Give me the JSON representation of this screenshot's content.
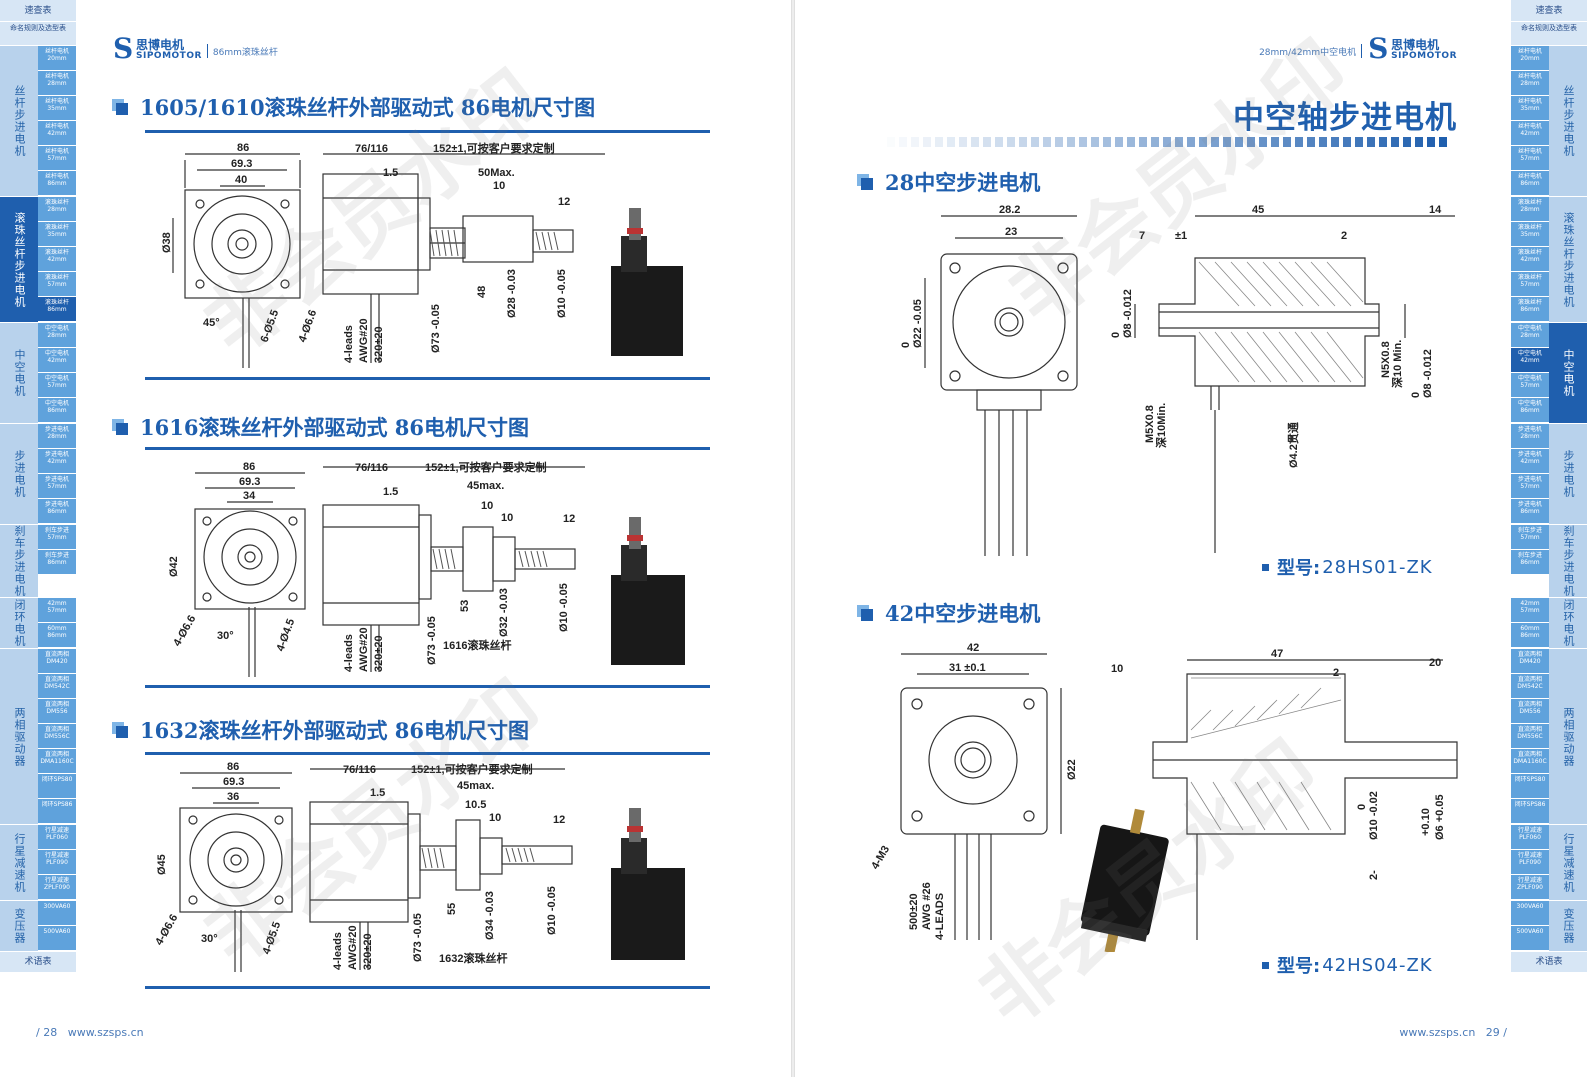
{
  "left_page": {
    "tabs": {
      "head": "速查表",
      "sub": "命名规则及选型表",
      "groups": [
        {
          "cat": "丝杆步进电机",
          "items": [
            "丝杆电机20mm",
            "丝杆电机28mm",
            "丝杆电机35mm",
            "丝杆电机42mm",
            "丝杆电机57mm",
            "丝杆电机86mm"
          ],
          "active": false
        },
        {
          "cat": "滚珠丝杆步进电机",
          "items": [
            "滚珠丝杆28mm",
            "滚珠丝杆35mm",
            "滚珠丝杆42mm",
            "滚珠丝杆57mm",
            "滚珠丝杆86mm"
          ],
          "active": true,
          "hl": 4
        },
        {
          "cat": "中空电机",
          "items": [
            "中空电机28mm",
            "中空电机42mm",
            "中空电机57mm",
            "中空电机86mm"
          ],
          "active": false
        },
        {
          "cat": "步进电机",
          "items": [
            "步进电机28mm",
            "步进电机42mm",
            "步进电机57mm",
            "步进电机86mm"
          ],
          "active": false
        },
        {
          "cat": "刹车步进电机",
          "items": [
            "刹车步进57mm",
            "刹车步进86mm"
          ],
          "active": false
        },
        {
          "cat": "闭环电机",
          "items": [
            "42mm 57mm",
            "60mm 86mm"
          ],
          "active": false
        },
        {
          "cat": "两相驱动器",
          "items": [
            "直流两相DM420",
            "直流两相DM542C",
            "直流两相DM556",
            "直流两相DM556C",
            "直流两相DMA1160C",
            "闭环SPS80",
            "闭环SPS86"
          ],
          "active": false
        },
        {
          "cat": "行星减速机",
          "items": [
            "行星减速PLF060",
            "行星减速PLF090",
            "行星减速ZPLF090"
          ],
          "active": false
        },
        {
          "cat": "变压器",
          "items": [
            "300VA60",
            "500VA60"
          ],
          "active": false
        }
      ],
      "foot": "术语表"
    },
    "logo": {
      "cn": "思博电机",
      "en": "SIPOMOTOR",
      "crumb": "86mm滚珠丝杆"
    },
    "sections": [
      {
        "title": "1605/1610滚珠丝杆外部驱动式  86电机尺寸图"
      },
      {
        "title": "1616滚珠丝杆外部驱动式  86电机尺寸图"
      },
      {
        "title": "1632滚珠丝杆外部驱动式  86电机尺寸图"
      }
    ],
    "drawing1": {
      "d86": "86",
      "d693": "69.3",
      "d40": "40",
      "d38": "Ø38",
      "ang": "45°",
      "hole1": "6-Ø5.5",
      "hole2": "4-Ø6.6",
      "len": "76/116",
      "len2": "152±1,可按客户要求定制",
      "d15": "1.5",
      "max": "50Max.",
      "d10": "10",
      "d12": "12",
      "leads": "4-leads",
      "awg": "AWG#20",
      "wire": "320±20",
      "d73": "0",
      "d73b": "Ø73 -0.05",
      "d48": "48",
      "d28": "0",
      "d28b": "Ø28 -0.03",
      "d10s": "0",
      "d10sb": "Ø10 -0.05"
    },
    "drawing2": {
      "d86": "86",
      "d693": "69.3",
      "d34": "34",
      "d42": "Ø42",
      "ang": "30°",
      "hole1": "4-Ø6.6",
      "hole2": "4-Ø4.5",
      "len": "76/116",
      "len2": "152±1,可按客户要求定制",
      "d15": "1.5",
      "max": "45max.",
      "d10a": "10",
      "d10b": "10",
      "d12": "12",
      "leads": "4-leads",
      "awg": "AWG#20",
      "wire": "320±20",
      "d73b": "Ø73 -0.05",
      "d53": "53",
      "d32b": "Ø32 -0.03",
      "d10sb": "Ø10 -0.05",
      "zero": "0",
      "caption": "1616滚珠丝杆"
    },
    "drawing3": {
      "d86": "86",
      "d693": "69.3",
      "d36": "36",
      "d45": "Ø45",
      "ang": "30°",
      "hole1": "4-Ø6.6",
      "hole2": "4-Ø5.5",
      "len": "76/116",
      "len2": "152±1,可按客户要求定制",
      "d15": "1.5",
      "max": "45max.",
      "d105": "10.5",
      "d10": "10",
      "d12": "12",
      "leads": "4-leads",
      "awg": "AWG#20",
      "wire": "320±20",
      "d73b": "Ø73 -0.05",
      "d55": "55",
      "d34b": "Ø34 -0.03",
      "d10sb": "Ø10 -0.05",
      "zero": "0",
      "caption": "1632滚珠丝杆"
    },
    "footer": {
      "page": "/ 28",
      "url": "www.szsps.cn"
    }
  },
  "right_page": {
    "tabs": {
      "head": "速查表",
      "sub": "命名规则及选型表",
      "groups": [
        {
          "cat": "丝杆步进电机",
          "items": [
            "丝杆电机20mm",
            "丝杆电机28mm",
            "丝杆电机35mm",
            "丝杆电机42mm",
            "丝杆电机57mm",
            "丝杆电机86mm"
          ],
          "active": false
        },
        {
          "cat": "滚珠丝杆步进电机",
          "items": [
            "滚珠丝杆28mm",
            "滚珠丝杆35mm",
            "滚珠丝杆42mm",
            "滚珠丝杆57mm",
            "滚珠丝杆86mm"
          ],
          "active": false
        },
        {
          "cat": "中空电机",
          "items": [
            "中空电机28mm",
            "中空电机42mm",
            "中空电机57mm",
            "中空电机86mm"
          ],
          "active": true,
          "hl": 1
        },
        {
          "cat": "步进电机",
          "items": [
            "步进电机28mm",
            "步进电机42mm",
            "步进电机57mm",
            "步进电机86mm"
          ],
          "active": false
        },
        {
          "cat": "刹车步进电机",
          "items": [
            "刹车步进57mm",
            "刹车步进86mm"
          ],
          "active": false
        },
        {
          "cat": "闭环电机",
          "items": [
            "42mm 57mm",
            "60mm 86mm"
          ],
          "active": false
        },
        {
          "cat": "两相驱动器",
          "items": [
            "直流两相DM420",
            "直流两相DM542C",
            "直流两相DM556",
            "直流两相DM556C",
            "直流两相DMA1160C",
            "闭环SPS80",
            "闭环SPS86"
          ],
          "active": false
        },
        {
          "cat": "行星减速机",
          "items": [
            "行星减速PLF060",
            "行星减速PLF090",
            "行星减速ZPLF090"
          ],
          "active": false
        },
        {
          "cat": "变压器",
          "items": [
            "300VA60",
            "500VA60"
          ],
          "active": false
        }
      ],
      "foot": "术语表"
    },
    "logo": {
      "cn": "思博电机",
      "en": "SIPOMOTOR",
      "crumb": "28mm/42mm中空电机"
    },
    "big_title": "中空轴步进电机",
    "sections": [
      {
        "title": "28中空步进电机"
      },
      {
        "title": "42中空步进电机"
      }
    ],
    "drawing28": {
      "d282": "28.2",
      "d23": "23",
      "d22": "Ø22 -0.05",
      "zero": "0",
      "d45": "45",
      "d14": "14",
      "d7": "7",
      "d1": "±1",
      "d2": "2",
      "d8": "Ø8 -0.012",
      "m5": "M5X0.8",
      "deep": "深10Min.",
      "n5": "N5X0.8",
      "deep2": "深10 Min.",
      "d8b": "Ø8 -0.012",
      "d42": "Ø4.2贯通"
    },
    "drawing42": {
      "d42": "42",
      "d31": "31 ±0.1",
      "d22": "Ø22",
      "m3": "4-M3",
      "wire": "500±20",
      "awg": "AWG #26",
      "leads": "4-LEADS",
      "d47": "47",
      "d10": "10",
      "d2": "2",
      "d20": "20",
      "d10s": "Ø10 -0.02",
      "d6": "Ø6 +0.05",
      "plus": "+0.10",
      "zero": "0",
      "two": "2-"
    },
    "model1": {
      "label": "型号:",
      "value": "28HS01-ZK"
    },
    "model2": {
      "label": "型号:",
      "value": "42HS04-ZK"
    },
    "footer": {
      "url": "www.szsps.cn",
      "page": "29 /"
    }
  },
  "watermark": "非会员水印",
  "colors": {
    "brand": "#1f5fae",
    "tab_light": "#5fa2dc",
    "tab_pale": "#d7e6f5"
  }
}
